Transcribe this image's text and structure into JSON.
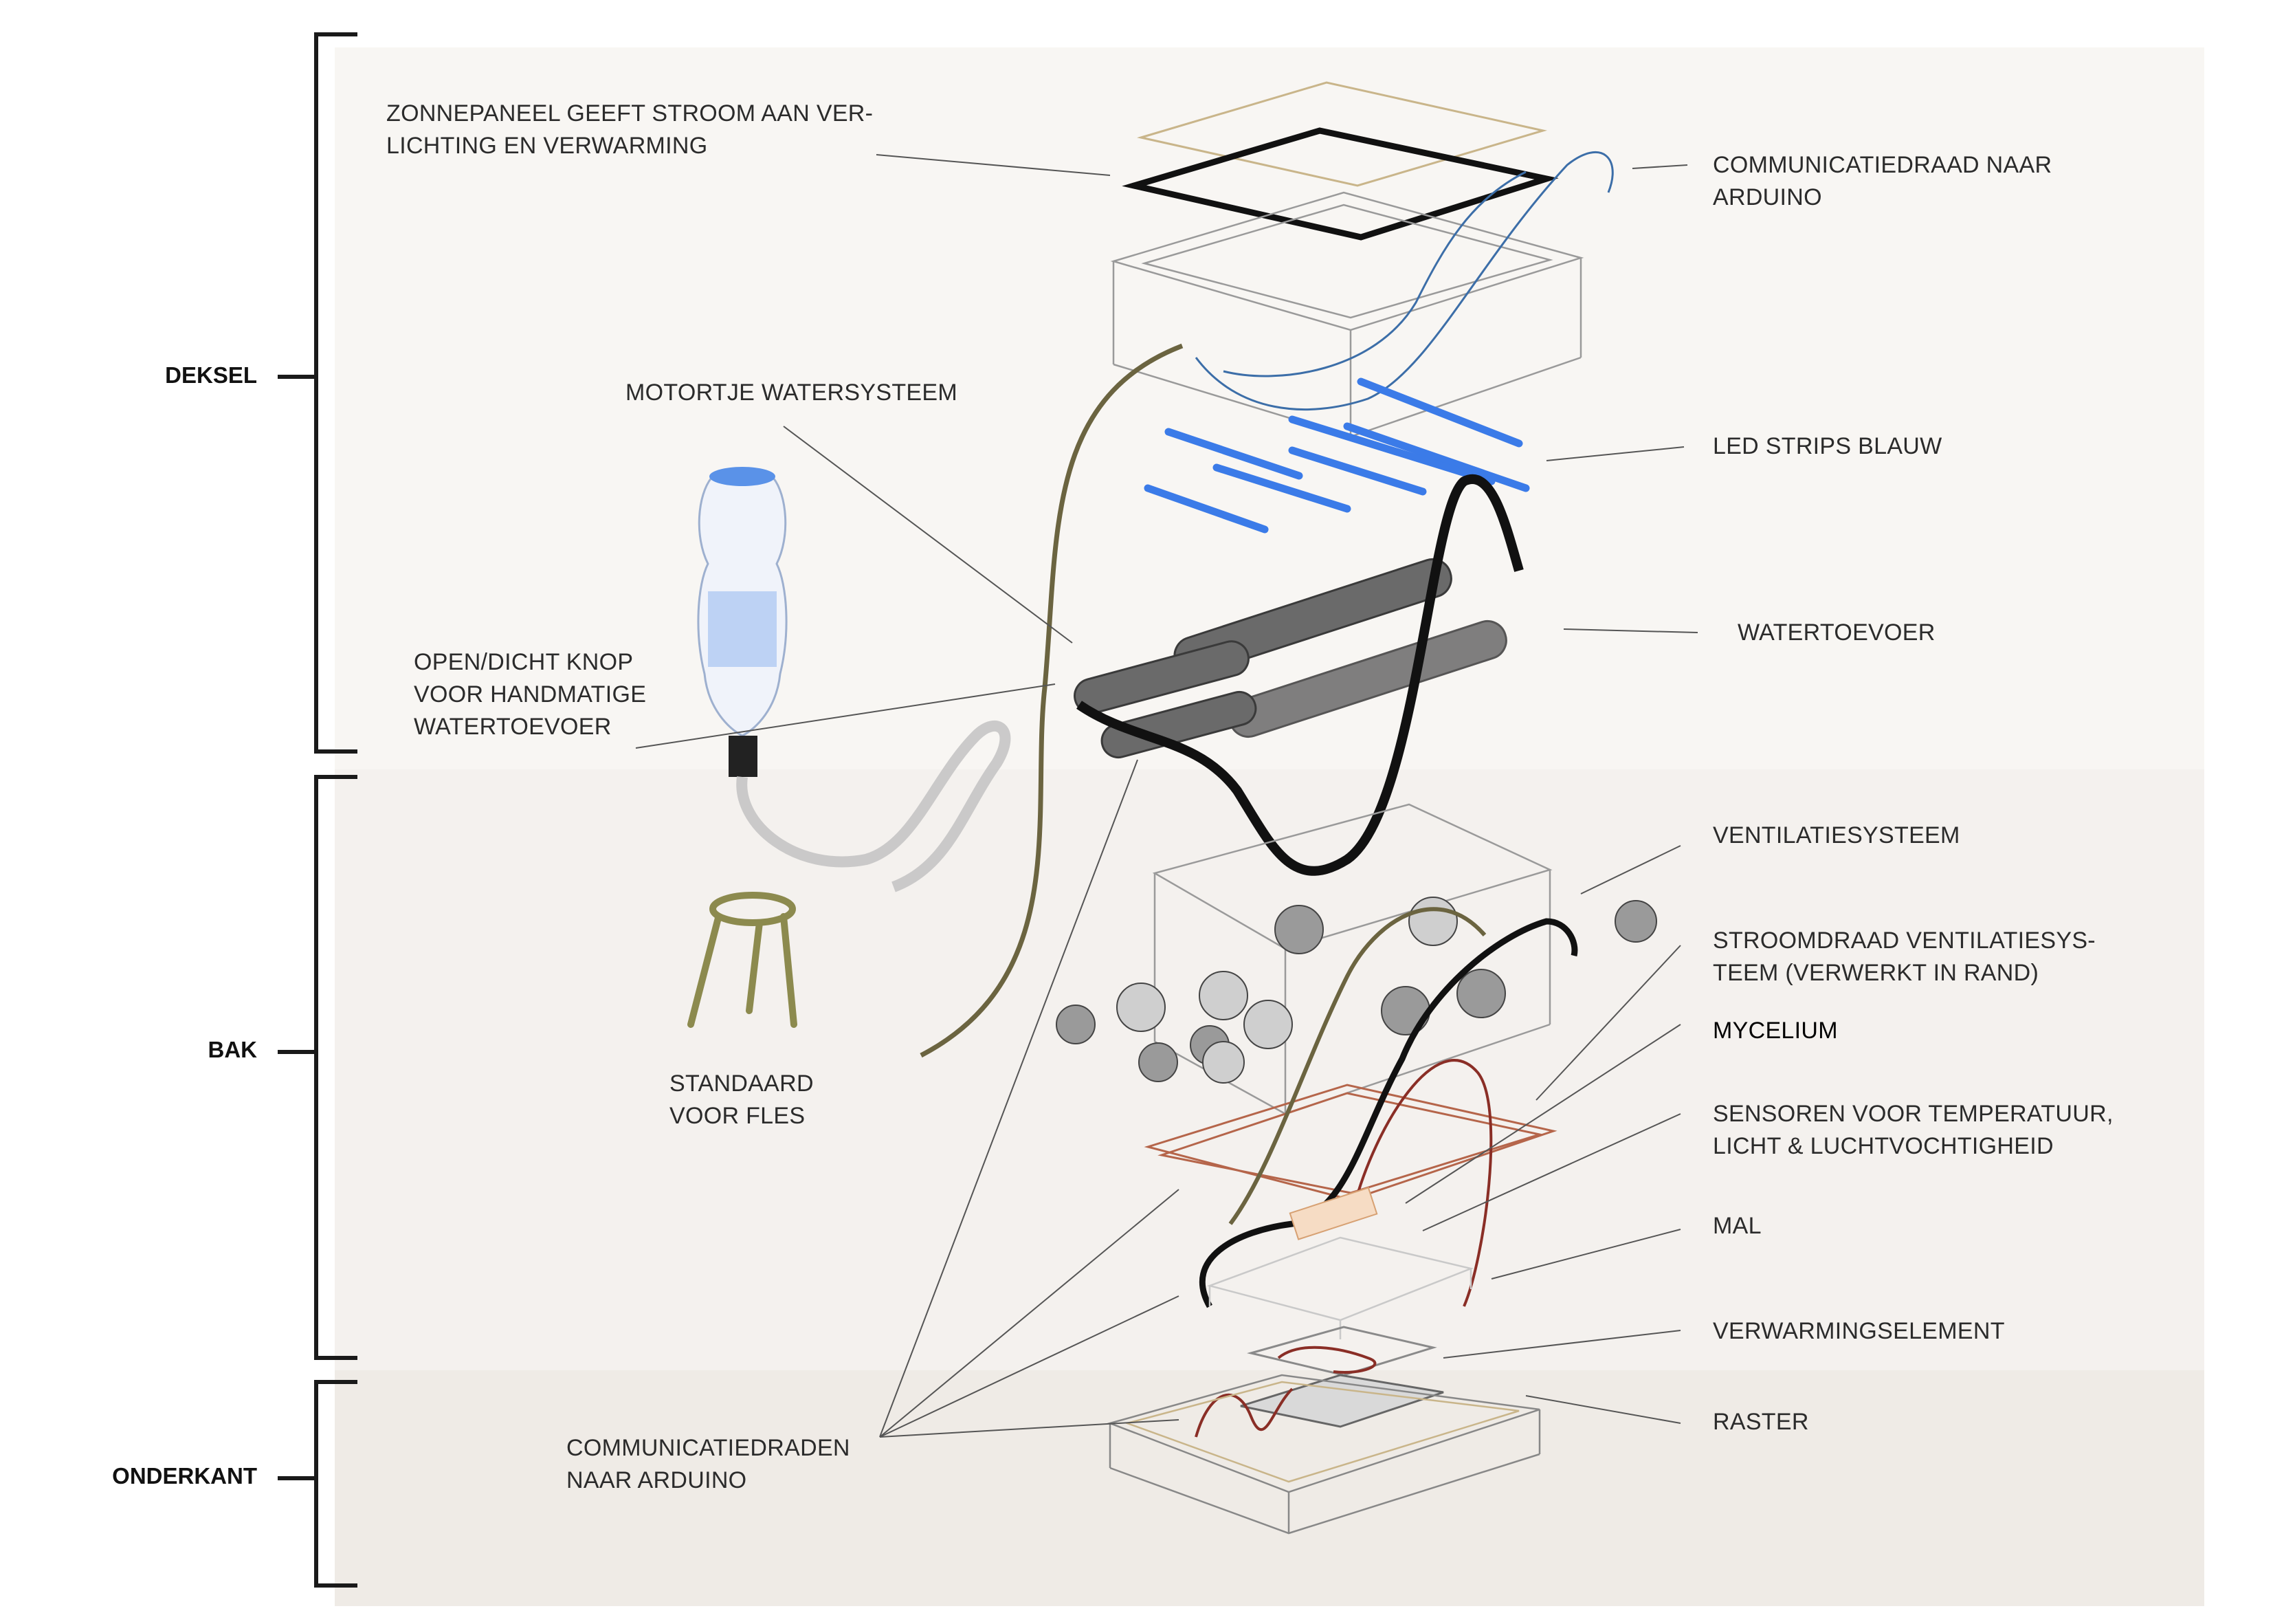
{
  "sections": {
    "deksel": "DEKSEL",
    "bak": "BAK",
    "onderkant": "ONDERKANT"
  },
  "labels": {
    "zonnepaneel": "ZONNEPANEEL GEEFT STROOM AAN VER-\nLICHTING EN VERWARMING",
    "communicatiedraad": "COMMUNICATIEDRAAD NAAR\nARDUINO",
    "motortje": "MOTORTJE WATERSYSTEEM",
    "led_strips": "LED STRIPS BLAUW",
    "watertoevoer": "WATERTOEVOER",
    "open_dicht": "OPEN/DICHT KNOP\nVOOR HANDMATIGE\nWATERTOEVOER",
    "ventilatiesysteem": "VENTILATIESYSTEEM",
    "stroomdraad": "STROOMDRAAD VENTILATIESYS-\nTEEM  (VERWERKT IN RAND)",
    "mycelium": "MYCELIUM",
    "sensoren": "SENSOREN VOOR TEMPERATUUR,\nLICHT & LUCHTVOCHTIGHEID",
    "mal": "MAL",
    "verwarmingselement": "VERWARMINGSELEMENT",
    "raster": "RASTER",
    "standaard": "STANDAARD\nVOOR FLES",
    "communicatiedraden": "COMMUNICATIEDRADEN\nNAAR ARDUINO"
  },
  "colors": {
    "led_blue": "#3b7be8",
    "wire_olive": "#6b6440",
    "wire_blue": "#3c6ea8",
    "copper": "#b5654a",
    "stand": "#8c8a4e"
  }
}
